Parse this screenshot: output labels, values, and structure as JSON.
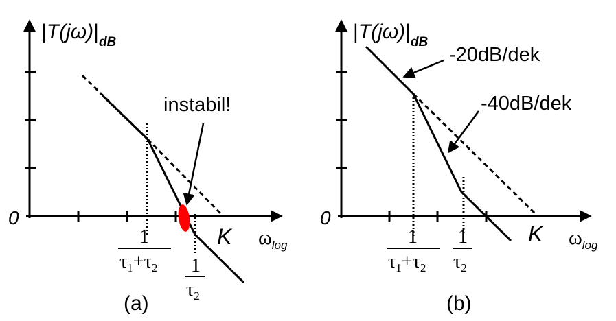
{
  "colors": {
    "ink": "#000000",
    "highlight": "#ff0000"
  },
  "panel_a": {
    "caption": "(a)",
    "y_axis": {
      "abs_bar": "|",
      "func": "T(jω)",
      "sub": "dB"
    },
    "x_axis": {
      "symbol": "ω",
      "sub": "log"
    },
    "zero_label": "0",
    "k_label": "K",
    "annotation": "instabil!",
    "frac1": {
      "num": "1",
      "den_a": "τ",
      "den_a_sub": "1",
      "plus": "+",
      "den_b": "τ",
      "den_b_sub": "2"
    },
    "frac2": {
      "num": "1",
      "den": "τ",
      "den_sub": "2"
    }
  },
  "panel_b": {
    "caption": "(b)",
    "y_axis": {
      "abs_bar": "|",
      "func": "T(jω)",
      "sub": "dB"
    },
    "x_axis": {
      "symbol": "ω",
      "sub": "log"
    },
    "zero_label": "0",
    "k_label": "K",
    "slope1": "-20dB/dek",
    "slope2": "-40dB/dek",
    "frac1": {
      "num": "1",
      "den_a": "τ",
      "den_a_sub": "1",
      "plus": "+",
      "den_b": "τ",
      "den_b_sub": "2"
    },
    "frac2": {
      "num": "1",
      "den": "τ",
      "den_sub": "2"
    }
  }
}
